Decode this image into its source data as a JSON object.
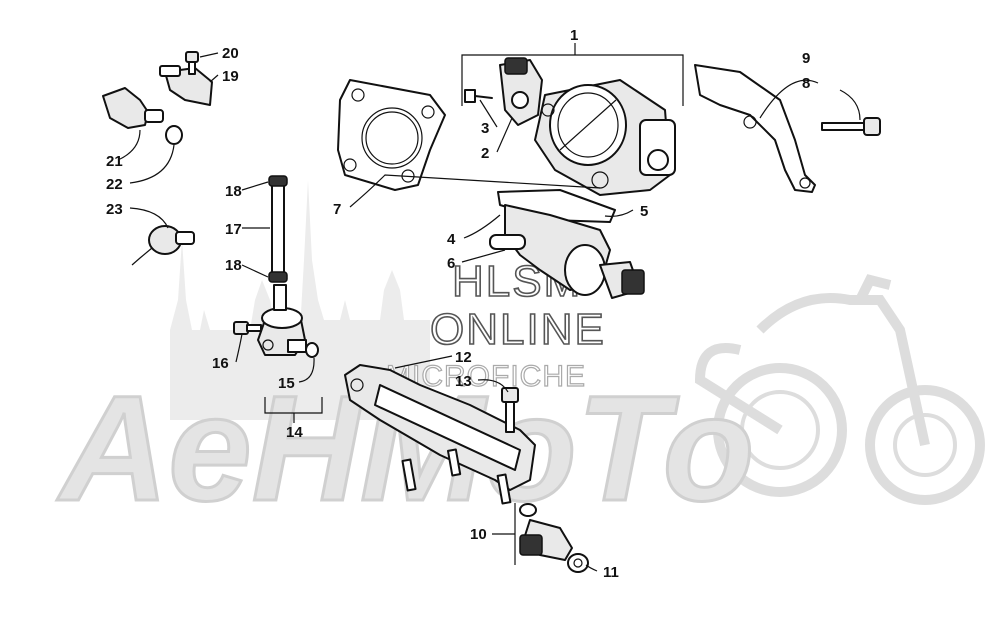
{
  "watermark": {
    "brand": "AeHMoTo",
    "line1": "HLSM",
    "line2": "ONLINE",
    "line3": "MICROFICHE"
  },
  "callouts": [
    "1",
    "2",
    "3",
    "4",
    "5",
    "6",
    "7",
    "8",
    "9",
    "10",
    "11",
    "12",
    "13",
    "14",
    "15",
    "16",
    "17",
    "18",
    "18",
    "19",
    "20",
    "21",
    "22",
    "23"
  ],
  "colors": {
    "ink": "#111111",
    "watermark": "#e4e4e4",
    "background": "#ffffff"
  }
}
